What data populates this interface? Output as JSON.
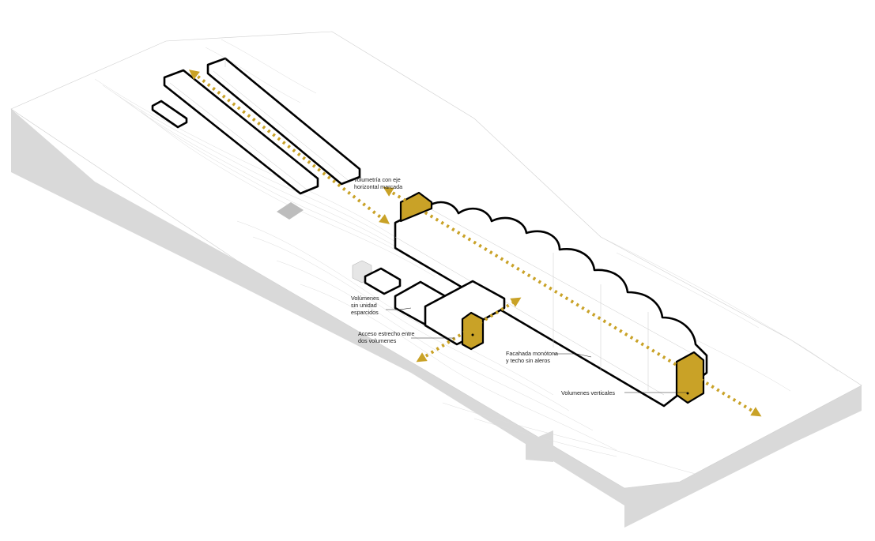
{
  "colors": {
    "accent": "#c9a227",
    "ink": "#000000",
    "ground": "#d9d9d9"
  },
  "annotations": {
    "horizontal_axis": [
      "volumetría con eje",
      "horizontal marcada"
    ],
    "scattered_volumes": [
      "Volúmenes",
      "sin unidad",
      "esparcidos"
    ],
    "narrow_access": [
      "Acceso estrecho entre",
      "dos volumenes"
    ],
    "monotone_facade": [
      "Facahada monótona",
      "y techo sin aleros"
    ],
    "vertical_volumes": [
      "Volumenes verticales"
    ]
  }
}
